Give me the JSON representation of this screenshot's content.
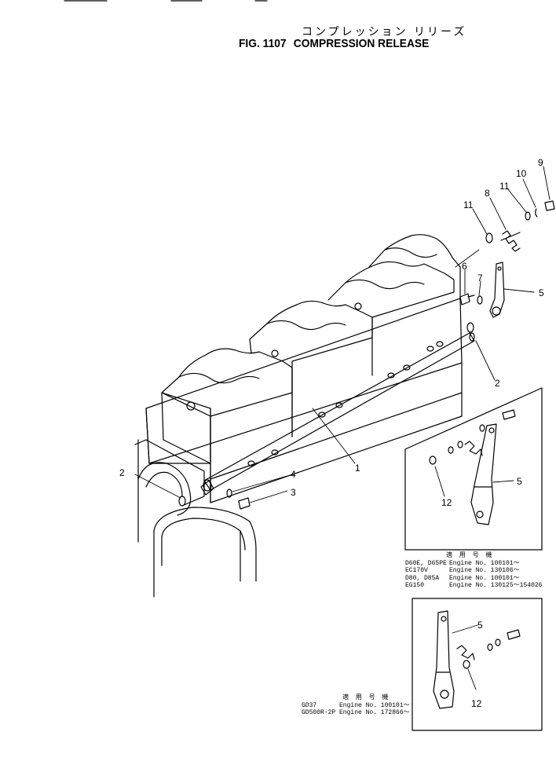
{
  "header": {
    "title_jp": "コンプレッション リリーズ",
    "fig_no": "FIG. 1107",
    "title_en": "COMPRESSION RELEASE"
  },
  "callouts": {
    "c1": "1",
    "c2a": "2",
    "c2b": "2",
    "c3": "3",
    "c4": "4",
    "c5a": "5",
    "c5b": "5",
    "c5c": "5",
    "c6": "6",
    "c7": "7",
    "c8": "8",
    "c9": "9",
    "c10": "10",
    "c11a": "11",
    "c11b": "11",
    "c12a": "12",
    "c12b": "12"
  },
  "table1": {
    "heading": "適 用 号 機",
    "rows": [
      {
        "model": "D60E, D65PE",
        "engine": "Engine No. 100101～"
      },
      {
        "model": "EC170V",
        "engine": "Engine No. 130106～"
      },
      {
        "model": "D80, D85A",
        "engine": "Engine No. 100101～"
      },
      {
        "model": "EG150",
        "engine": "Engine No. 130125～154026"
      }
    ]
  },
  "table2": {
    "heading": "適 用 号 機",
    "rows": [
      {
        "model": "GD37",
        "engine": "Engine No. 100101～"
      },
      {
        "model": "GD500R-2P",
        "engine": "Engine No. 172866～"
      }
    ]
  }
}
